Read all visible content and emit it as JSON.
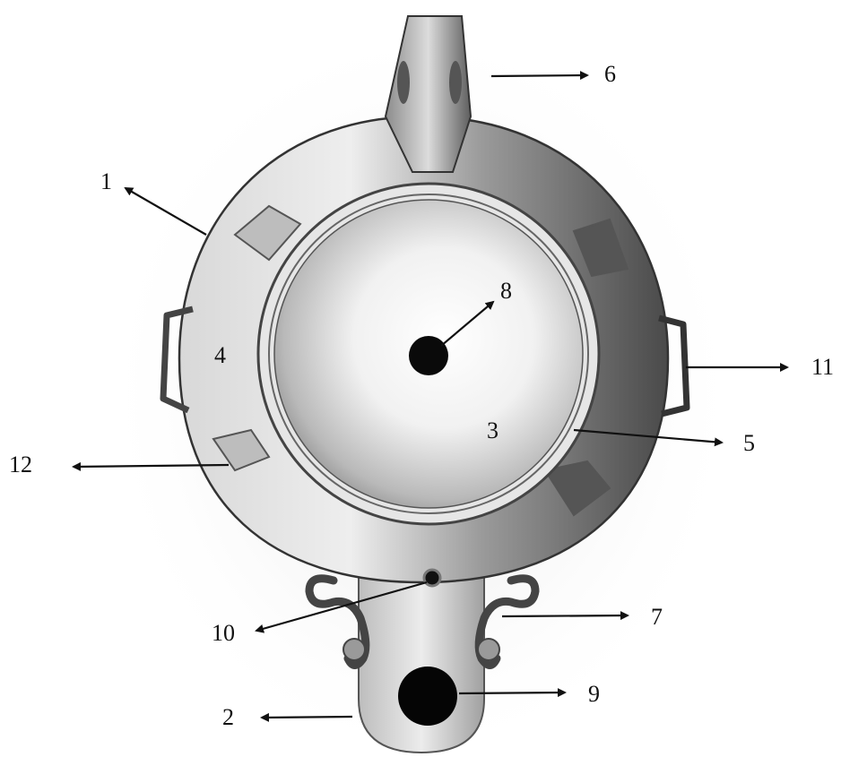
{
  "diagram": {
    "labels": {
      "l1": "1",
      "l2": "2",
      "l3": "3",
      "l4": "4",
      "l5": "5",
      "l6": "6",
      "l7": "7",
      "l8": "8",
      "l9": "9",
      "l10": "10",
      "l11": "11",
      "l12": "12"
    },
    "colors": {
      "ink": "#111111",
      "pencil_dark": "#3a3a3a",
      "pencil_mid": "#8a8a8a",
      "pencil_light": "#d9d9d9",
      "paper": "#ffffff"
    }
  }
}
